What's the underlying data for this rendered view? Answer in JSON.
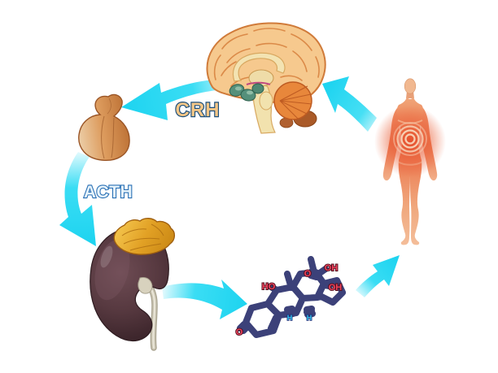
{
  "diagram": {
    "description": "HPA axis hormone cycle illustration",
    "hormones": {
      "crh_label": "CRH",
      "acth_label": "ACTH"
    },
    "nodes": {
      "brain": "brain-sagittal-section",
      "pituitary": "pituitary-gland",
      "kidney_adrenal": "kidney-with-adrenal-gland",
      "cortisol": "cortisol-molecule",
      "body": "human-body-figure"
    },
    "molecule": {
      "labels": {
        "o_ring": "O",
        "ho_left": "HO",
        "o_chain": "O",
        "oh_top": "OH",
        "oh_side": "OH",
        "h_1": "H",
        "h_2": "H"
      }
    },
    "colors": {
      "arrow_cyan": "#29D9F2",
      "crh_fill": "#F4C687",
      "crh_outline": "#1B4F7D",
      "acth_fill": "#E6F3FB",
      "acth_outline": "#2A70B5",
      "molecule_stroke": "#33C9F1",
      "molecule_glow": "#1A2470",
      "atom_label_red": "#F0445E",
      "background": "#FFFFFF"
    }
  }
}
